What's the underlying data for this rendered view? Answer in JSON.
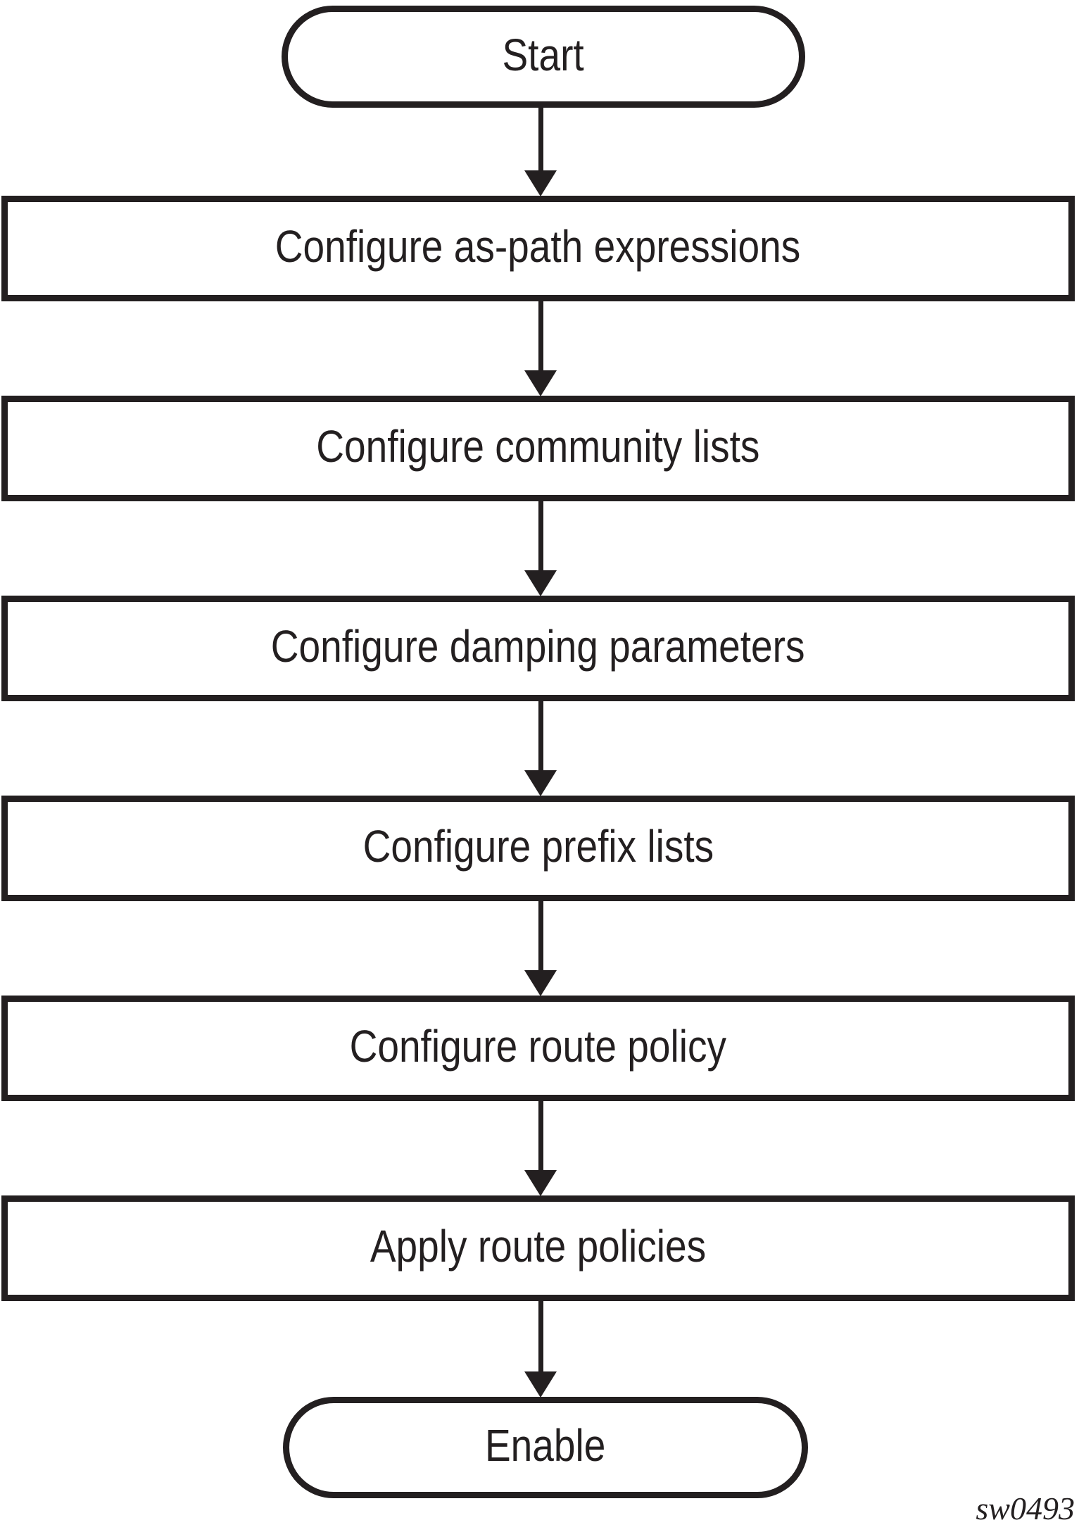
{
  "figure": {
    "watermark": "sw0493"
  },
  "diagram": {
    "type": "flowchart",
    "direction": "top-down",
    "ink_color": "#231f20",
    "background_color": "#ffffff",
    "nodes": [
      {
        "id": "start",
        "shape": "terminal",
        "label": "Start"
      },
      {
        "id": "configure-as-path-expressions",
        "shape": "process",
        "label": "Configure as-path expressions"
      },
      {
        "id": "configure-community-lists",
        "shape": "process",
        "label": "Configure community lists"
      },
      {
        "id": "configure-damping-parameters",
        "shape": "process",
        "label": "Configure damping parameters"
      },
      {
        "id": "configure-prefix-lists",
        "shape": "process",
        "label": "Configure prefix lists"
      },
      {
        "id": "configure-route-policy",
        "shape": "process",
        "label": "Configure route policy"
      },
      {
        "id": "apply-route-policies",
        "shape": "process",
        "label": "Apply route policies"
      },
      {
        "id": "enable",
        "shape": "terminal",
        "label": "Enable"
      }
    ],
    "edges": [
      {
        "from": "start",
        "to": "configure-as-path-expressions"
      },
      {
        "from": "configure-as-path-expressions",
        "to": "configure-community-lists"
      },
      {
        "from": "configure-community-lists",
        "to": "configure-damping-parameters"
      },
      {
        "from": "configure-damping-parameters",
        "to": "configure-prefix-lists"
      },
      {
        "from": "configure-prefix-lists",
        "to": "configure-route-policy"
      },
      {
        "from": "configure-route-policy",
        "to": "apply-route-policies"
      },
      {
        "from": "apply-route-policies",
        "to": "enable"
      }
    ]
  }
}
